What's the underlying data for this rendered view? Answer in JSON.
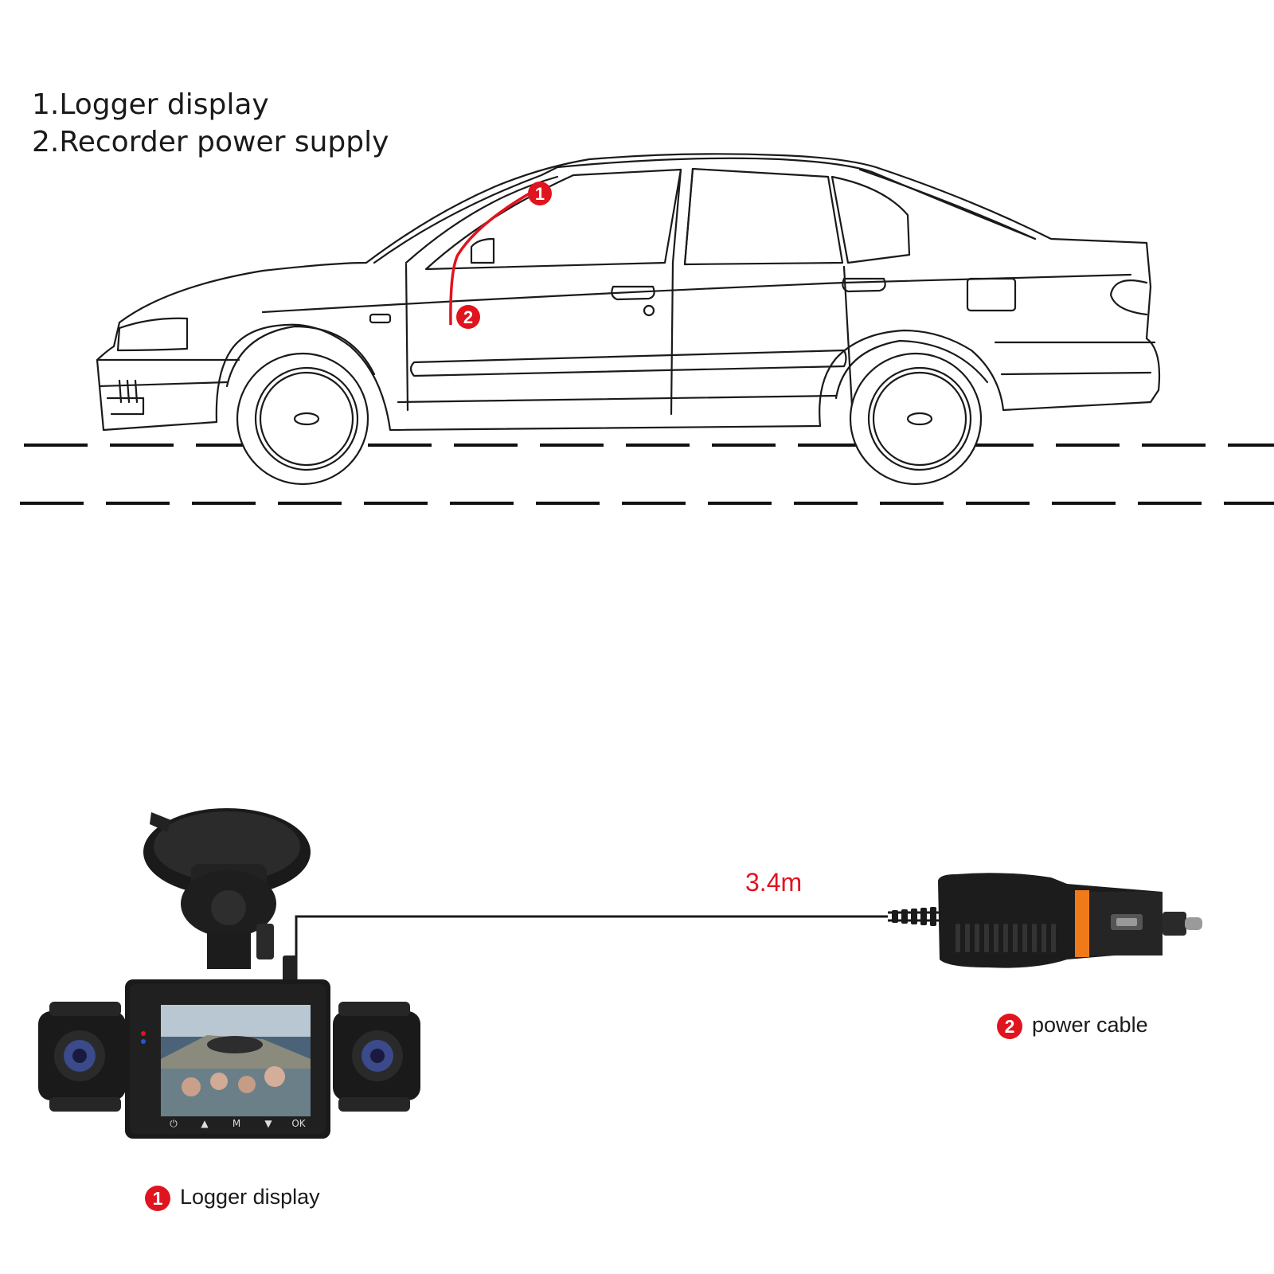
{
  "legend": {
    "line1": "1.Logger display",
    "line2": "2.Recorder power supply"
  },
  "markers": {
    "one": "1",
    "two": "2"
  },
  "cable_length": "3.4m",
  "callouts": {
    "logger": {
      "num": "1",
      "text": "Logger display"
    },
    "power": {
      "num": "2",
      "text": "power cable"
    }
  },
  "screen_buttons": [
    "⏻",
    "▲",
    "M",
    "▼",
    "OK"
  ],
  "colors": {
    "accent": "#e0141e",
    "line": "#1a1a1a",
    "device": "#1c1c1c",
    "plug_band": "#f07a1a"
  }
}
